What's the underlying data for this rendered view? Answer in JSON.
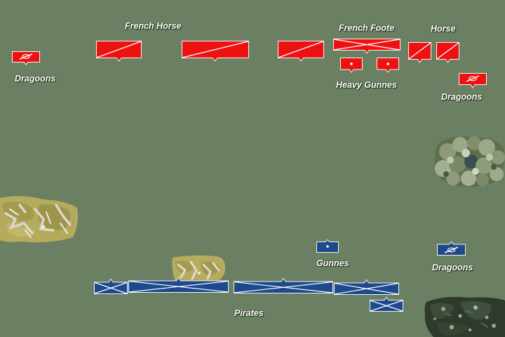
{
  "colors": {
    "field": "#6b8062",
    "french": "#ee1111",
    "pirates": "#1d4a8c",
    "unit_border": "#f4f4f4",
    "label": "#ffffff"
  },
  "labels": {
    "french_horse": "French Horse",
    "french_foote": "French Foote",
    "horse": "Horse",
    "dragoons_left": "Dragoons",
    "heavy_gunnes": "Heavy Gunnes",
    "dragoons_right": "Dragoons",
    "gunnes": "Gunnes",
    "dragoons_pirates": "Dragoons",
    "pirates": "Pirates"
  },
  "units": {
    "french": [
      {
        "name": "french-dragoons-left",
        "symbol": "dragoons"
      },
      {
        "name": "french-horse-1",
        "symbol": "cavalry"
      },
      {
        "name": "french-horse-2",
        "symbol": "cavalry"
      },
      {
        "name": "french-horse-3",
        "symbol": "cavalry"
      },
      {
        "name": "french-foote",
        "symbol": "infantry"
      },
      {
        "name": "french-heavy-gun-1",
        "symbol": "artillery"
      },
      {
        "name": "french-heavy-gun-2",
        "symbol": "artillery"
      },
      {
        "name": "french-horse-right-1",
        "symbol": "cavalry"
      },
      {
        "name": "french-horse-right-2",
        "symbol": "cavalry"
      },
      {
        "name": "french-dragoons-right",
        "symbol": "dragoons"
      }
    ],
    "pirates": [
      {
        "name": "pirate-foot-1",
        "symbol": "infantry"
      },
      {
        "name": "pirate-foot-2",
        "symbol": "infantry"
      },
      {
        "name": "pirate-foot-3",
        "symbol": "infantry"
      },
      {
        "name": "pirate-foot-4",
        "symbol": "infantry"
      },
      {
        "name": "pirate-foot-5",
        "symbol": "infantry"
      },
      {
        "name": "pirate-gunnes",
        "symbol": "artillery"
      },
      {
        "name": "pirate-dragoons",
        "symbol": "dragoons"
      }
    ]
  },
  "terrain": [
    {
      "name": "rocky-hill-left",
      "kind": "rocky-hill"
    },
    {
      "name": "rocky-hill-center",
      "kind": "rocky-hill"
    },
    {
      "name": "wood-right",
      "kind": "wood"
    },
    {
      "name": "dark-rough-bottom-right",
      "kind": "rough-ground"
    }
  ]
}
